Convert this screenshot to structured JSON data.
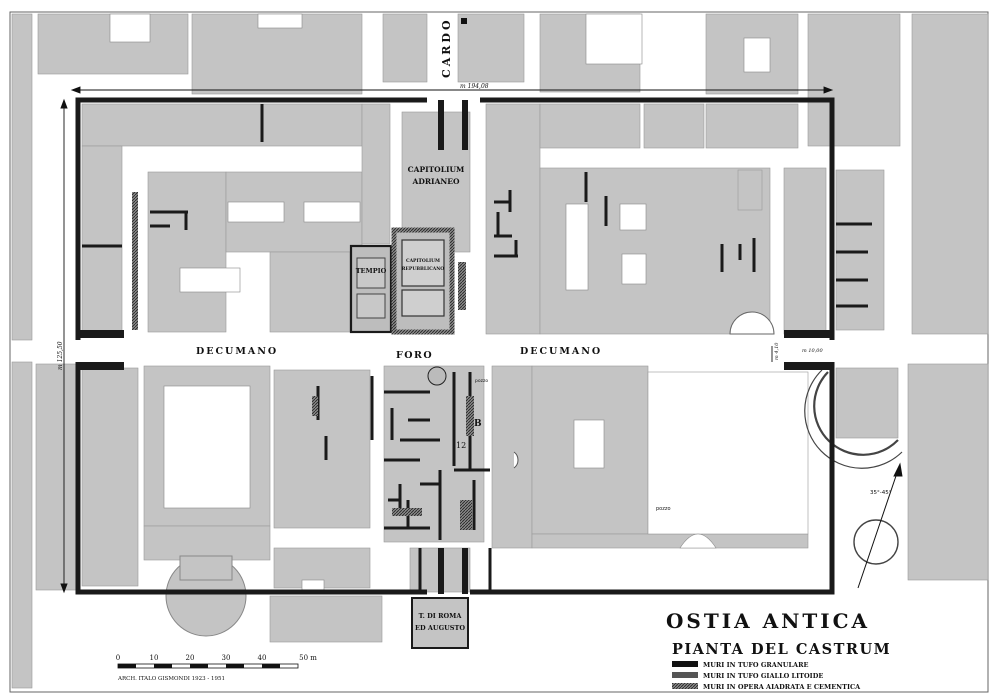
{
  "map": {
    "streets": {
      "cardo": "CARDO",
      "decumano_west": "DECUMANO",
      "decumano_east": "DECUMANO",
      "foro": "FORO"
    },
    "buildings": {
      "capitolium_adrianeo_l1": "CAPITOLIUM",
      "capitolium_adrianeo_l2": "ADRIANEO",
      "tempio": "TEMPIO",
      "capitolium_repubblicano_l1": "CAPITOLIUM",
      "capitolium_repubblicano_l2": "REPUBBLICANO",
      "tempio_roma_l1": "T. DI ROMA",
      "tempio_roma_l2": "ED AUGUSTO"
    },
    "dimensions": {
      "width_label": "m 194,08",
      "height_label": "m 125,50",
      "gate_label_left": "m 4,10",
      "gate_label_right": "m 10,00"
    },
    "small_marks": {
      "b": "B",
      "twelve": "12",
      "pozzo_right": "pozzo",
      "pozzo_center": "pozzo",
      "angle": "35°-45°"
    },
    "title": {
      "main": "OSTIA   ANTICA",
      "sub": "PIANTA DEL CASTRUM"
    },
    "scale": {
      "ticks": [
        "0",
        "10",
        "20",
        "30",
        "40",
        "50 m"
      ],
      "credit": "ARCH. ITALO GISMONDI 1923 - 1951"
    },
    "legend": [
      {
        "label": "MURI IN TUFO GRANULARE",
        "swatch": "solid"
      },
      {
        "label": "MURI IN TUFO GIALLO   LITOIDE",
        "swatch": "gray"
      },
      {
        "label": "MURI IN OPERA AIADRATA  E  CEMENTICA",
        "swatch": "hatch"
      }
    ],
    "colors": {
      "block_fill": "#c4c4c4",
      "wall": "#1a1a1a",
      "background": "#ffffff"
    }
  }
}
